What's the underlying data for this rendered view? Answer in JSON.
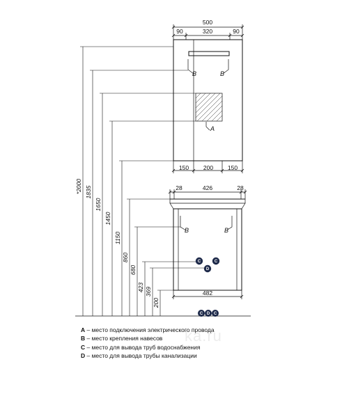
{
  "top_unit": {
    "width": "500",
    "sub_widths": [
      "90",
      "320",
      "90"
    ],
    "bottom_widths": [
      "150",
      "200",
      "150"
    ],
    "marks": [
      "B",
      "B",
      "A"
    ]
  },
  "base_unit": {
    "top_widths": [
      "28",
      "426",
      "28"
    ],
    "bottom_width": "482",
    "marks": [
      "B",
      "B"
    ],
    "circles": [
      "C",
      "C",
      "D"
    ],
    "bottom_circles": [
      "C",
      "D",
      "C"
    ]
  },
  "heights": [
    "*2000",
    "1835",
    "1650",
    "1450",
    "1150",
    "860",
    "680",
    "423",
    "369",
    "200"
  ],
  "legend": [
    {
      "key": "A",
      "text": " – место подключения электрического провода"
    },
    {
      "key": "B",
      "text": " – место крепления навесов"
    },
    {
      "key": "C",
      "text": " – место для вывода труб водоснабжения"
    },
    {
      "key": "D",
      "text": " – место для вывода трубы канализации"
    }
  ],
  "watermark": "ka.ru",
  "colors": {
    "line": "#111111",
    "circle": "#1e2a4a"
  }
}
